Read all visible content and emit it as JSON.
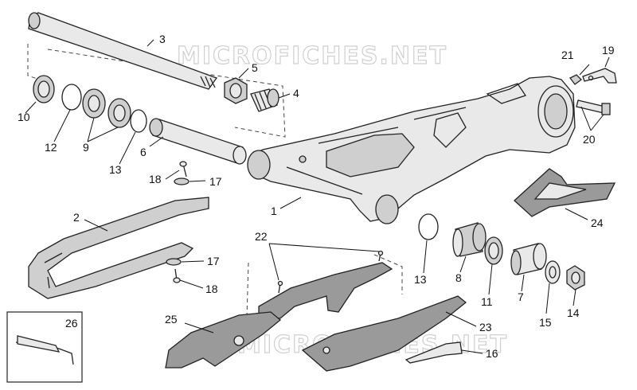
{
  "watermark_text": "MICROFICHES.NET",
  "callouts": [
    "1",
    "2",
    "3",
    "4",
    "5",
    "6",
    "7",
    "8",
    "9",
    "10",
    "11",
    "12",
    "13",
    "13",
    "14",
    "15",
    "16",
    "17",
    "17",
    "18",
    "18",
    "19",
    "20",
    "21",
    "22",
    "23",
    "24",
    "25",
    "26"
  ]
}
